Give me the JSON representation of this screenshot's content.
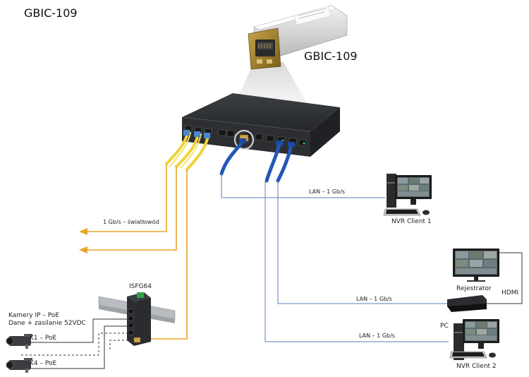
{
  "title": "GBIC-109",
  "module_label": "GBIC-109",
  "fiber_label": "1 Gb/s – światłowód",
  "lan_links": [
    {
      "label": "LAN – 1 Gb/s"
    },
    {
      "label": "LAN – 1 Gb/s"
    },
    {
      "label": "LAN – 1 Gb/s"
    }
  ],
  "devices": {
    "nvr_client_1": "NVR Client 1",
    "recorder": "Rejestrator",
    "hdmi": "HDMI",
    "pc": "PC",
    "nvr_client_2": "NVR Client 2",
    "switch_small": "ISFG64"
  },
  "cameras": {
    "heading_line1": "Kamery IP – PoE",
    "heading_line2": "Dane + zasilanie 52VDC",
    "k1": "K1 – PoE",
    "k4": "K4 – PoE"
  },
  "colors": {
    "fiber": "#e8a628",
    "lan": "#5b7fb8",
    "cable": "#333333",
    "switch_body": "#2c2e31",
    "patch_blue": "#2456b8"
  }
}
